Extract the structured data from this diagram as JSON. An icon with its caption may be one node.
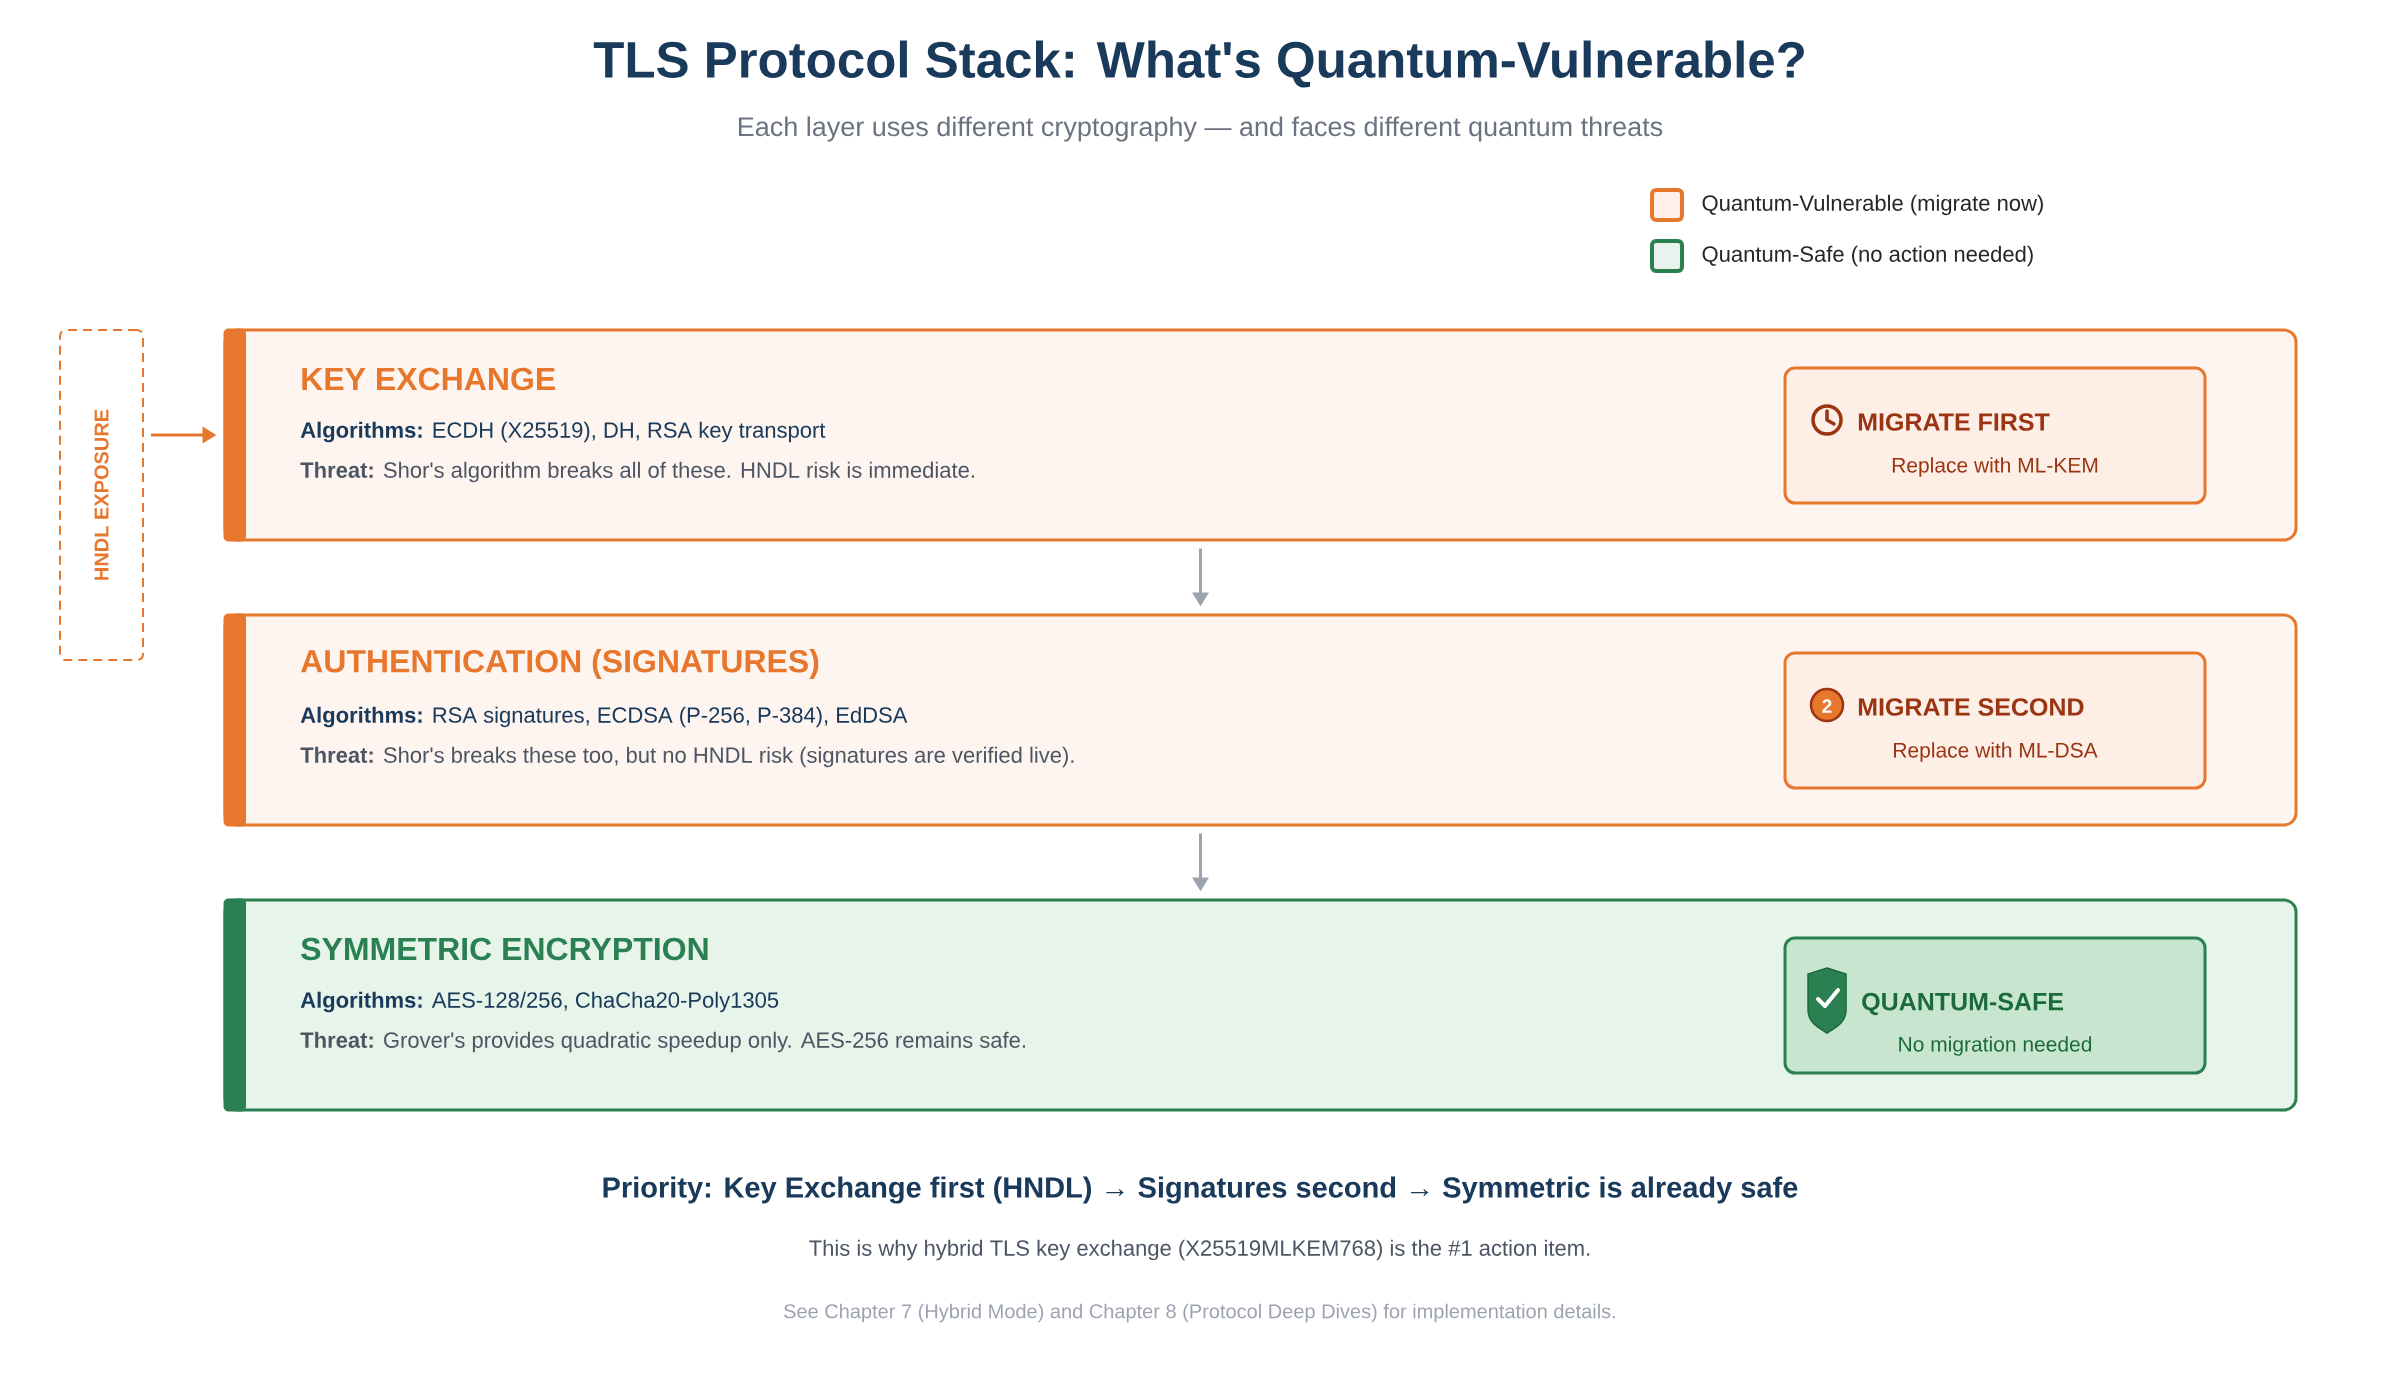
{
  "diagram": {
    "title": "TLS Protocol Stack: What's Quantum-Vulnerable?",
    "caption": "Each layer uses different cryptography — and faces different quantum threats",
    "nodes": [
      {
        "text": [
          "HNDL EXPOSURE"
        ]
      },
      {
        "text": [
          "KEY EXCHANGE",
          "**Algorithms:** ECDH (X25519), DH, RSA key transport",
          "**Threat:** Shor's algorithm breaks all of these. HNDL risk is immediate."
        ]
      },
      {
        "text": [
          "MIGRATE FIRST",
          "Replace with ML-KEM"
        ],
        "in": 1
      },
      {
        "text": [
          "AUTHENTICATION (SIGNATURES)",
          "**Algorithms:** RSA signatures, ECDSA (P-256, P-384), EdDSA",
          "**Threat:** Shor's breaks these too, but no HNDL risk (signatures are verified live)."
        ]
      },
      {
        "text": [
          "MIGRATE SECOND",
          "Replace with ML-DSA"
        ],
        "in": 3
      },
      {
        "text": [
          "SYMMETRIC ENCRYPTION",
          "**Algorithms:** AES-128/256, ChaCha20-Poly1305",
          "**Threat:** Grover's provides quadratic speedup only. AES-256 remains safe."
        ]
      },
      {
        "text": [
          "QUANTUM-SAFE",
          "No migration needed"
        ],
        "in": 5
      }
    ],
    "edges": [
      {
        "from": 0,
        "to": 1,
        "arrow": "to",
        "color": "#e8772e"
      },
      {
        "from": 1,
        "to": 3,
        "arrow": "to"
      },
      {
        "from": 3,
        "to": 5,
        "arrow": "to"
      }
    ],
    "labels": [
      "2",
      "Priority: Key Exchange first (HNDL) → Signatures second → Symmetric is already safe",
      "This is why hybrid TLS key exchange (X25519MLKEM768) is the #1 action item.",
      "See Chapter 7 (Hybrid Mode) and Chapter 8 (Protocol Deep Dives) for implementation details."
    ],
    "legend": [
      {
        "text": "Quantum-Vulnerable (migrate now)",
        "color": "#e8772e"
      },
      {
        "text": "Quantum-Safe (no action needed)",
        "color": "#2a8050"
      }
    ]
  }
}
